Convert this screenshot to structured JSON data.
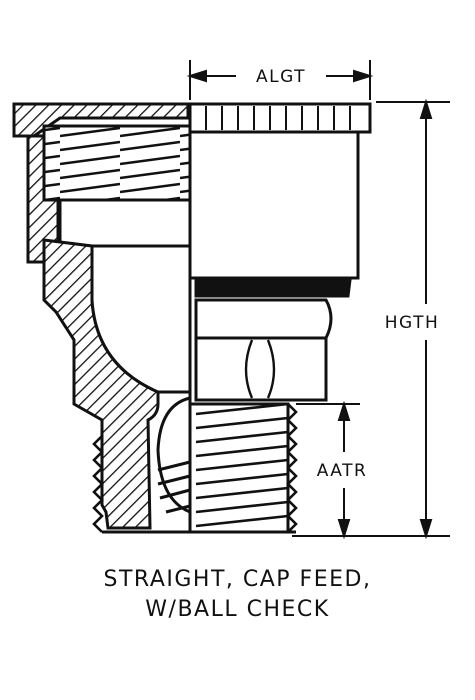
{
  "dimensions": {
    "top_width": "ALGT",
    "overall_height": "HGTH",
    "thread_length": "AATR"
  },
  "caption": {
    "line1": "STRAIGHT, CAP FEED,",
    "line2": "W/BALL CHECK"
  }
}
